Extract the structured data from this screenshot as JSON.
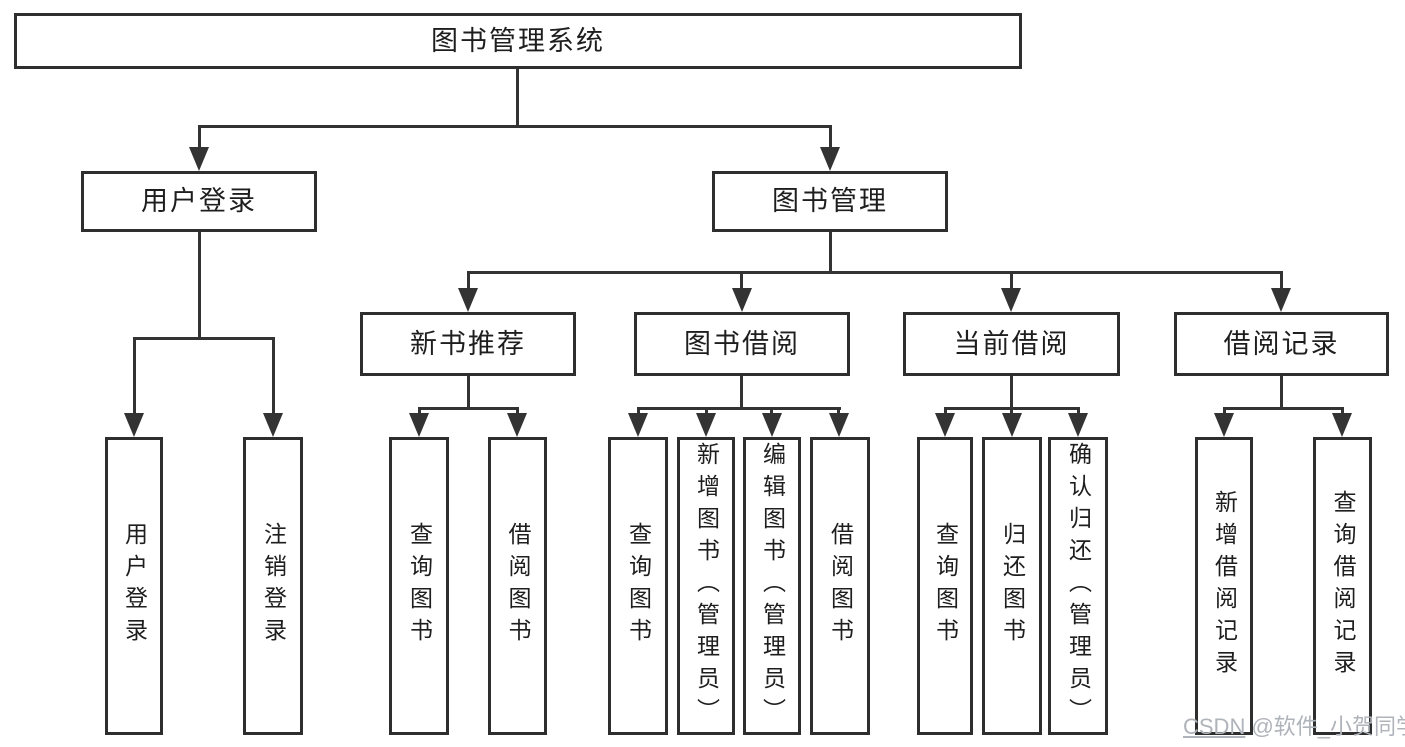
{
  "colors": {
    "line": "#333333",
    "box_border": "#2e2e2e",
    "text": "#1e1e1e",
    "watermark": "#afb3ba",
    "background": "#ffffff"
  },
  "watermark": {
    "brand": "CSDN",
    "rest": " @软件_小贺同学"
  },
  "tree": {
    "label": "图书管理系统",
    "children": [
      {
        "label": "用户登录",
        "children": [
          {
            "label": "用户登录"
          },
          {
            "label": "注销登录"
          }
        ]
      },
      {
        "label": "图书管理",
        "children": [
          {
            "label": "新书推荐",
            "children": [
              {
                "label": "查询图书"
              },
              {
                "label": "借阅图书"
              }
            ]
          },
          {
            "label": "图书借阅",
            "children": [
              {
                "label": "查询图书"
              },
              {
                "label": "新增图书（管理员）"
              },
              {
                "label": "编辑图书（管理员）"
              },
              {
                "label": "借阅图书"
              }
            ]
          },
          {
            "label": "当前借阅",
            "children": [
              {
                "label": "查询图书"
              },
              {
                "label": "归还图书"
              },
              {
                "label": "确认归还（管理员）"
              }
            ]
          },
          {
            "label": "借阅记录",
            "children": [
              {
                "label": "新增借阅记录"
              },
              {
                "label": "查询借阅记录"
              }
            ]
          }
        ]
      }
    ]
  }
}
